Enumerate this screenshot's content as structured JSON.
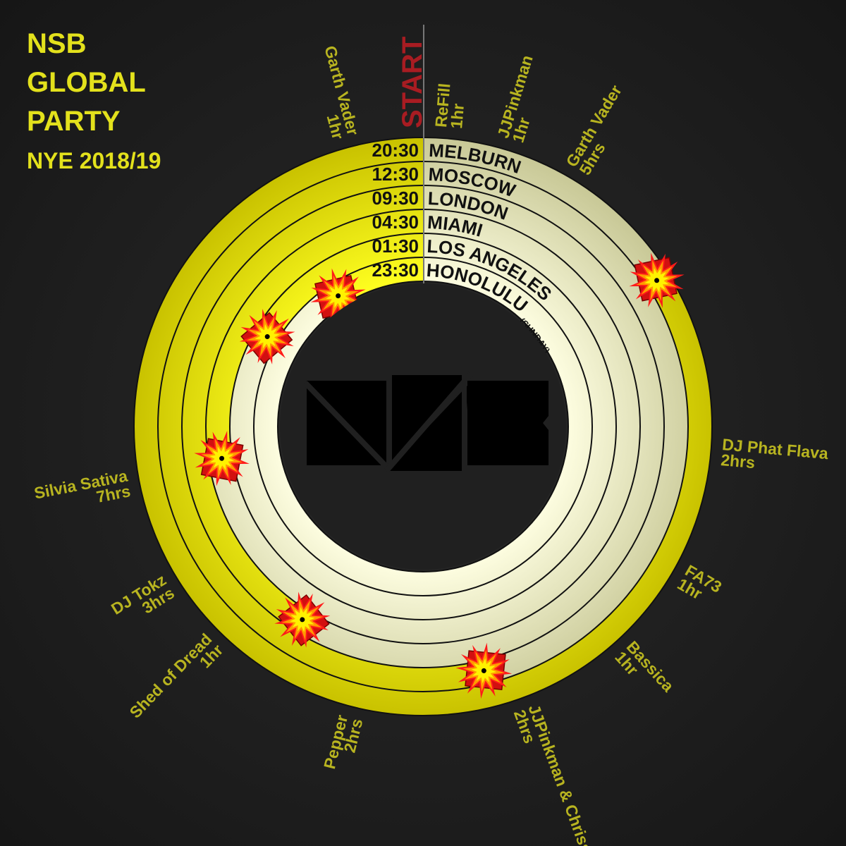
{
  "title": {
    "line1": "NSB",
    "line2": "GLOBAL",
    "line3": "PARTY",
    "line4": "NYE 2018/19"
  },
  "start_label": "START",
  "cities": [
    {
      "time": "20:30",
      "name": "MELBURN"
    },
    {
      "time": "12:30",
      "name": "MOSCOW"
    },
    {
      "time": "09:30",
      "name": "LONDON"
    },
    {
      "time": "04:30",
      "name": "MIAMI"
    },
    {
      "time": "01:30",
      "name": "LOS ANGELES"
    },
    {
      "time": "23:30",
      "name": "HONOLULU",
      "note": "(SUNDAY)"
    }
  ],
  "djs": [
    {
      "name": "ReFill",
      "duration": "1hr"
    },
    {
      "name": "JJPinkman",
      "duration": "1hr"
    },
    {
      "name": "Garth Vader",
      "duration": "5hrs"
    },
    {
      "name": "DJ Phat Flava",
      "duration": "2hrs"
    },
    {
      "name": "FA73",
      "duration": "1hr"
    },
    {
      "name": "Bassica",
      "duration": "1hr"
    },
    {
      "name": "JJPinkman & Chrissi",
      "duration": "2hrs"
    },
    {
      "name": "Pepper",
      "duration": "2hrs"
    },
    {
      "name": "Shed of Dread",
      "duration": "1hr"
    },
    {
      "name": "DJ Tokz",
      "duration": "3hrs"
    },
    {
      "name": "Silvia Sativa",
      "duration": "7hrs"
    },
    {
      "name": "Garth Vader",
      "duration": "1hr"
    }
  ],
  "logo_text": "NSB",
  "colors": {
    "yellow": "#eeea10",
    "pale": "#eeeec0",
    "title": "#e3e11c",
    "dj": "#b8b420",
    "start": "#a81c22",
    "burst_red": "#e01010",
    "burst_orange": "#ff9a00",
    "burst_yellow": "#fff200"
  }
}
